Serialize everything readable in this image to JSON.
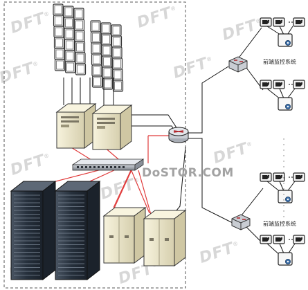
{
  "watermark": {
    "text": "DFT",
    "mark": "®"
  },
  "brand": {
    "text": "DoSTOR.COM"
  },
  "sites": [
    {
      "label": "前端监控系统"
    },
    {
      "label": "前端监控系统"
    }
  ],
  "ellipsis": [
    "·",
    "·",
    "·",
    "·",
    "·",
    "·",
    "·",
    "·",
    "·",
    "·",
    "·",
    "·",
    "·",
    "·",
    "·",
    "·"
  ],
  "colors": {
    "link_red": "#e03a3a",
    "link_black": "#111111",
    "server_beige": "#eee9cf",
    "rack_dark": "#26303c",
    "dashed_border": "#555555"
  },
  "icons": [
    "video-wall-icon",
    "server-icon",
    "network-switch-icon",
    "storage-rack-icon",
    "storage-cabinet-icon",
    "router-icon",
    "camera-icon",
    "encoder-icon"
  ]
}
